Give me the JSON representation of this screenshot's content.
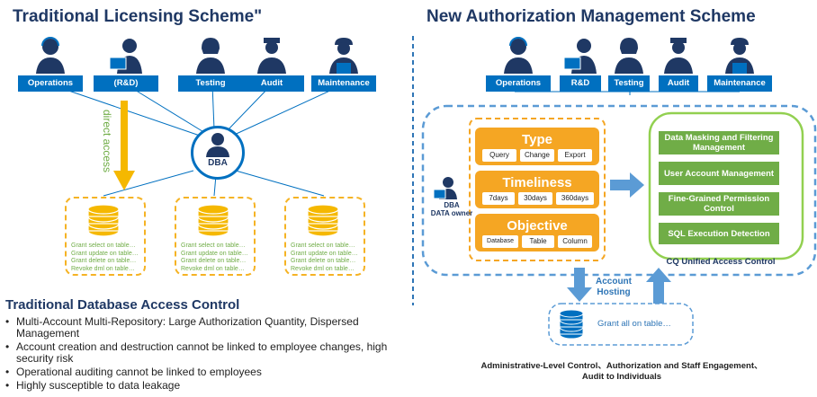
{
  "left": {
    "title": "Traditional Licensing Scheme\"",
    "roles": [
      "Operations",
      "(R&D)",
      "Testing",
      "Audit",
      "Maintenance"
    ],
    "direct_access": "direct access",
    "dba": "DBA",
    "grants": [
      "Grant select on table…",
      "Grant update on table…",
      "Grant delete on table…",
      "Revoke dml on table…"
    ],
    "section_title": "Traditional Database Access Control",
    "bullets": [
      "Multi-Account Multi-Repository: Large Authorization Quantity, Dispersed Management",
      "Account creation and destruction cannot be linked to employee changes, high security risk",
      "Operational auditing cannot be linked to employees",
      "Highly susceptible to data leakage"
    ]
  },
  "right": {
    "title": "New Authorization Management Scheme",
    "roles": [
      "Operations",
      "R&D",
      "Testing",
      "Audit",
      "Maintenance"
    ],
    "dba_line1": "DBA",
    "dba_line2": "DATA owner",
    "panels": [
      {
        "title": "Type",
        "tags": [
          "Query",
          "Change",
          "Export"
        ]
      },
      {
        "title": "Timeliness",
        "tags": [
          "7days",
          "30days",
          "360days"
        ]
      },
      {
        "title": "Objective",
        "tags": [
          "Database",
          "Table",
          "Column"
        ]
      }
    ],
    "controls": [
      "Data Masking and Filtering Management",
      "User Account Management",
      "Fine-Grained Permission Control",
      "SQL Execution Detection"
    ],
    "cq_label": "CQ Unified Access Control",
    "account_hosting": "Account Hosting",
    "grant_all": "Grant all on table…",
    "footer_line1": "Administrative-Level Control、Authorization and Staff Engagement、",
    "footer_line2": "Audit to Individuals"
  },
  "colors": {
    "navy": "#1f3864",
    "blue": "#0070c0",
    "orange": "#f5a623",
    "green": "#70ad47",
    "light_blue": "#5b9bd5"
  }
}
